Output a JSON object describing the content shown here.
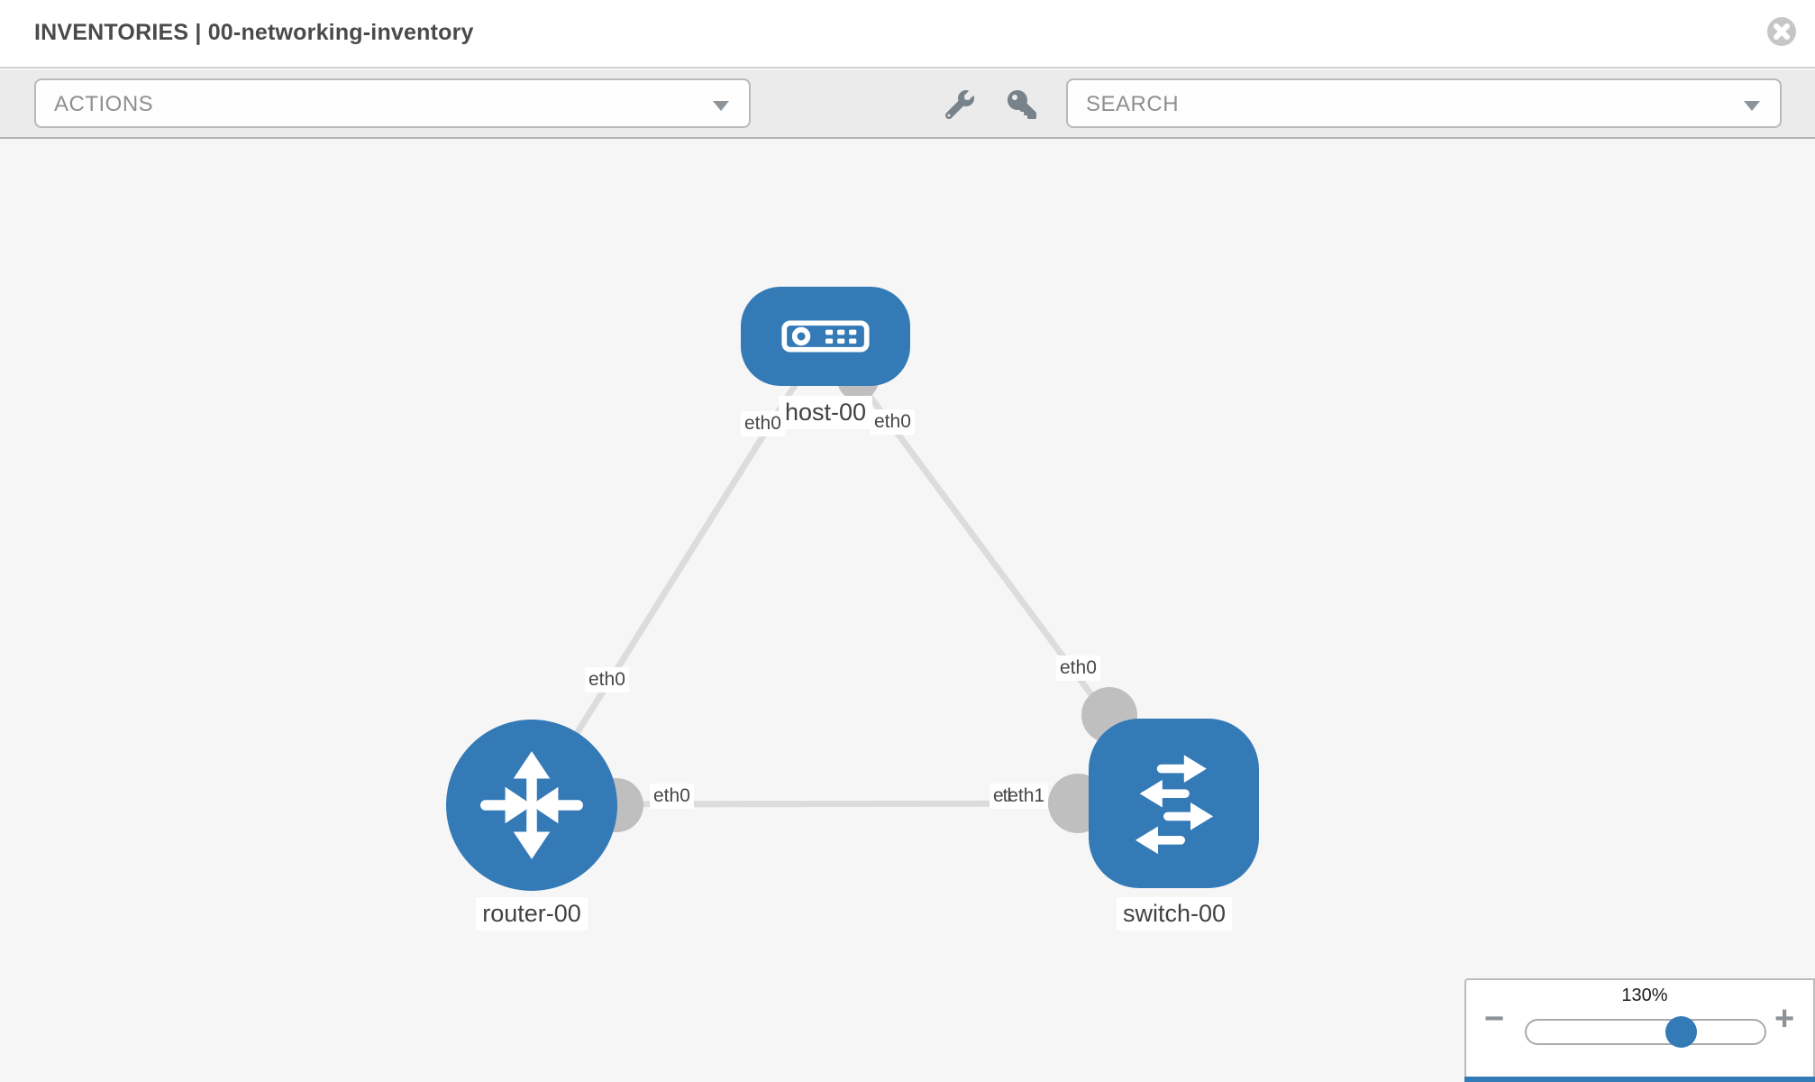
{
  "header": {
    "title": "INVENTORIES | 00-networking-inventory"
  },
  "toolbar": {
    "actions_label": "ACTIONS",
    "search_label": "SEARCH"
  },
  "colors": {
    "node_fill": "#337ab7",
    "link_gray": "#dcdcdc",
    "port_gray": "#bfbfbf",
    "toolbar_bg": "#ebebeb",
    "canvas_bg": "#f6f6f6",
    "accent_blue": "#337ab7"
  },
  "topology": {
    "nodes": [
      {
        "id": "host-00",
        "type": "host",
        "icon": "host-icon"
      },
      {
        "id": "router-00",
        "type": "router",
        "icon": "router-icon"
      },
      {
        "id": "switch-00",
        "type": "switch",
        "icon": "switch-icon"
      }
    ],
    "links": [
      {
        "from": "host-00",
        "to": "router-00",
        "from_label": "eth0",
        "to_label": "eth0"
      },
      {
        "from": "host-00",
        "to": "switch-00",
        "from_label": "eth0",
        "to_label": "eth0"
      },
      {
        "from": "router-00",
        "to": "switch-00",
        "from_label": "eth0",
        "to_label": "eth1",
        "to_label_overlap": "etl"
      }
    ]
  },
  "zoom_control": {
    "level": "130%",
    "minus_label": "−",
    "plus_label": "+"
  }
}
